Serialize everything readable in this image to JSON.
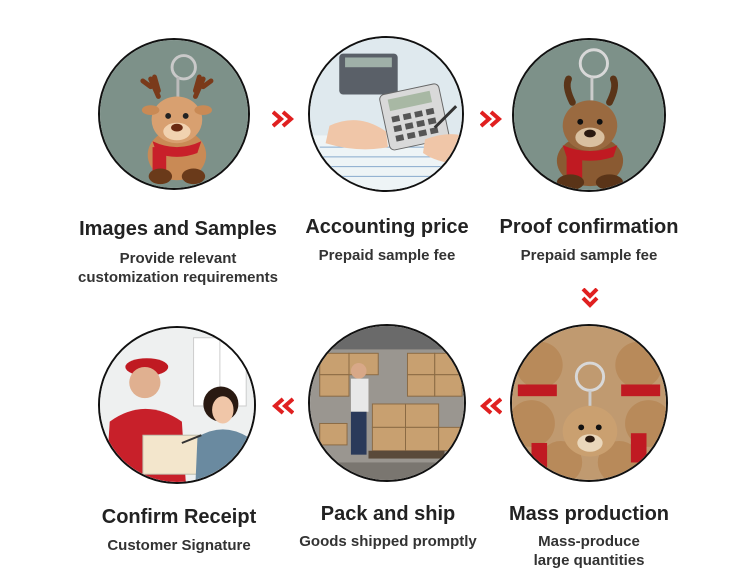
{
  "steps": [
    {
      "title": "Images and Samples",
      "desc_line1": "Provide relevant",
      "desc_line2": "customization requirements",
      "image": "reindeer-keychain-illustration"
    },
    {
      "title": "Accounting price",
      "desc_line1": "Prepaid sample fee",
      "desc_line2": "",
      "image": "calculator-photo"
    },
    {
      "title": "Proof confirmation",
      "desc_line1": "Prepaid sample fee",
      "desc_line2": "",
      "image": "plush-moose-keychain-photo"
    },
    {
      "title": "Mass production",
      "desc_line1": "Mass-produce",
      "desc_line2": "large quantities",
      "image": "many-plush-keychains-photo"
    },
    {
      "title": "Pack and ship",
      "desc_line1": "Goods shipped promptly",
      "desc_line2": "",
      "image": "warehouse-boxes-photo"
    },
    {
      "title": "Confirm Receipt",
      "desc_line1": "Customer Signature",
      "desc_line2": "",
      "image": "delivery-signature-photo"
    }
  ],
  "colors": {
    "arrow": "#e02020",
    "circle_bg": "#7d9189",
    "border": "#111111"
  },
  "icons": [
    "chevron-right-double-icon",
    "chevron-down-double-icon",
    "chevron-left-double-icon"
  ]
}
